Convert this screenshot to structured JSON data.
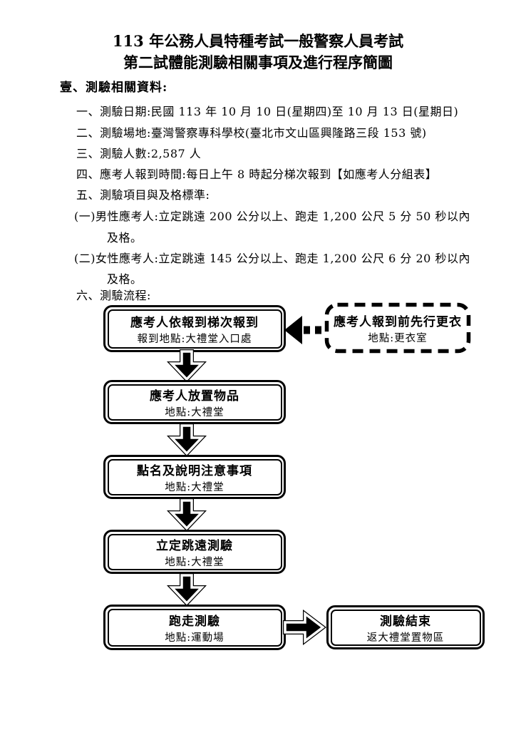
{
  "colors": {
    "ink": "#000000",
    "paper": "#ffffff"
  },
  "document": {
    "title_line1": "113 年公務人員特種考試一般警察人員考試",
    "title_line2": "第二試體能測驗相關事項及進行程序簡圖",
    "section_heading": "壹、測驗相關資料:",
    "items": [
      {
        "text": "一、測驗日期:民國 113 年 10 月 10 日(星期四)至 10 月 13 日(星期日)"
      },
      {
        "text": "二、測驗場地:臺灣警察專科學校(臺北市文山區興隆路三段 153 號)"
      },
      {
        "text": "三、測驗人數:2,587 人"
      },
      {
        "text": "四、應考人報到時間:每日上午 8 時起分梯次報到【如應考人分組表】"
      },
      {
        "text": "五、測驗項目與及格標準:"
      },
      {
        "text": "六、測驗流程:"
      }
    ],
    "sub_items": [
      {
        "text": "(一)男性應考人:立定跳遠 200 公分以上、跑走 1,200 公尺 5 分 50 秒以內",
        "cont": "及格。"
      },
      {
        "text": "(二)女性應考人:立定跳遠 145 公分以上、跑走 1,200 公尺 6 分 20 秒以內",
        "cont": "及格。"
      }
    ]
  },
  "flowchart": {
    "steps": [
      {
        "title": "應考人依報到梯次報到",
        "subtitle": "報到地點:大禮堂入口處"
      },
      {
        "title": "應考人放置物品",
        "subtitle": "地點:大禮堂"
      },
      {
        "title": "點名及說明注意事項",
        "subtitle": "地點:大禮堂"
      },
      {
        "title": "立定跳遠測驗",
        "subtitle": "地點:大禮堂"
      },
      {
        "title": "跑走測驗",
        "subtitle": "地點:運動場"
      }
    ],
    "side_box": {
      "title": "應考人報到前先行更衣",
      "subtitle": "地點:更衣室"
    },
    "end_box": {
      "title": "測驗結束",
      "subtitle": "返大禮堂置物區"
    }
  }
}
